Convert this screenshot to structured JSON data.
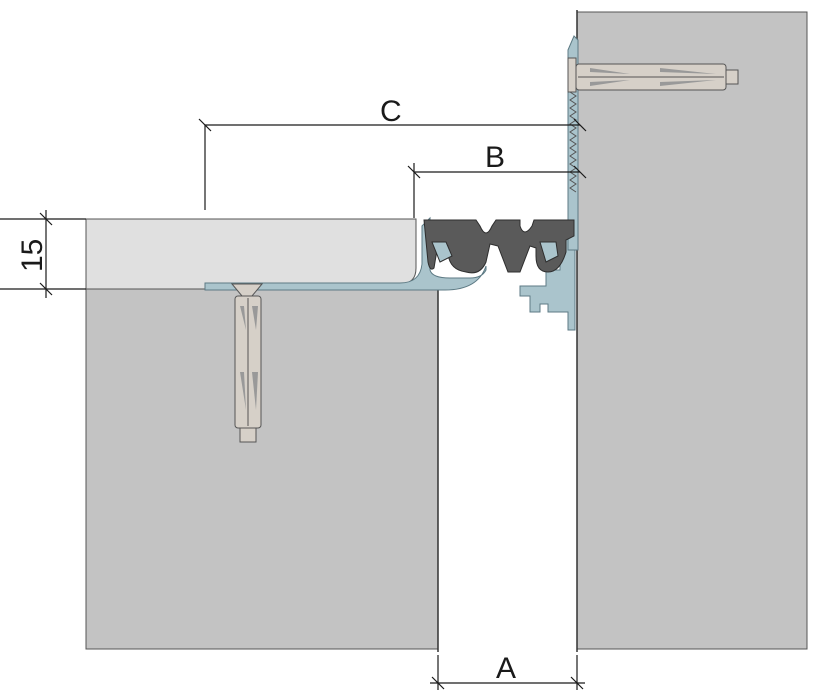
{
  "dimensions": {
    "a": "A",
    "b": "B",
    "c": "C",
    "thickness": "15"
  },
  "colors": {
    "substrate": "#c3c3c3",
    "floor_finish": "#e0e0e0",
    "aluminium_profile": "#aac4cc",
    "rubber_insert": "#5a5a5a",
    "anchor": "#d6d0c8"
  }
}
